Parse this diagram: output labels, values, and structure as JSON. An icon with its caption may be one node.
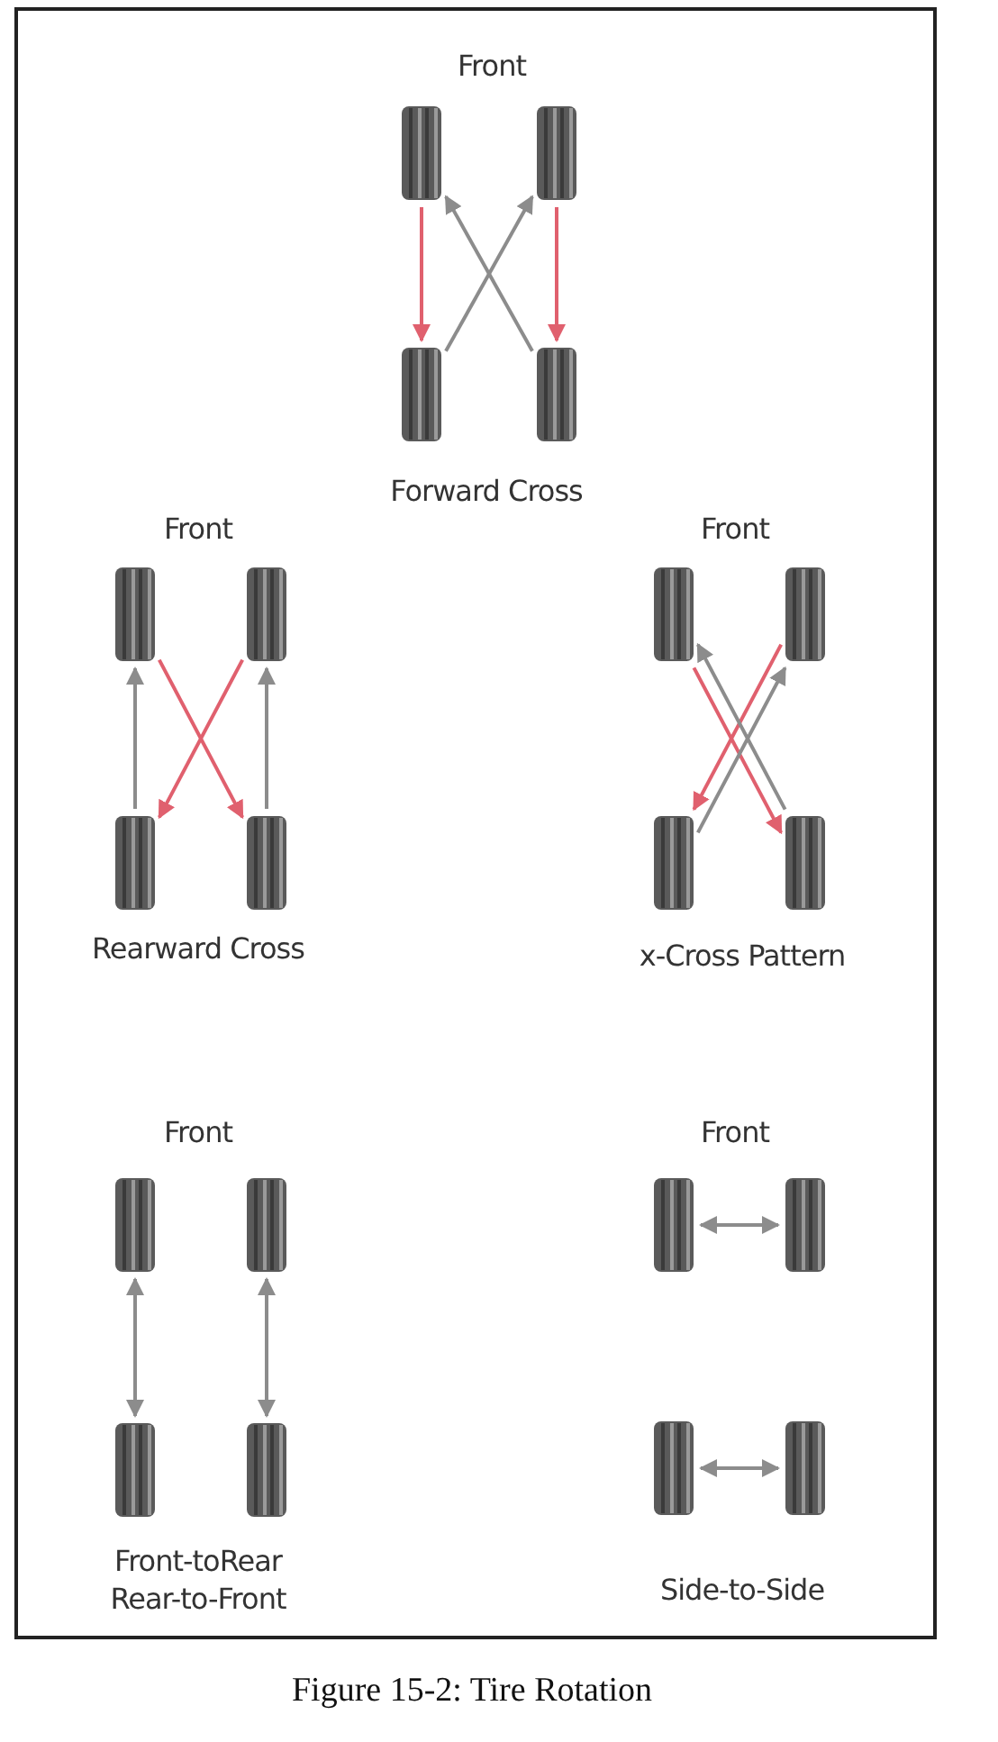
{
  "diagram": {
    "caption": "Figure 15-2: Tire Rotation",
    "nodes": [
      {
        "text": [],
        "shape": "tire"
      },
      {
        "text": [],
        "shape": "tire"
      },
      {
        "text": [],
        "shape": "tire"
      },
      {
        "text": [],
        "shape": "tire"
      },
      {
        "text": [],
        "shape": "tire"
      },
      {
        "text": [],
        "shape": "tire"
      },
      {
        "text": [],
        "shape": "tire"
      },
      {
        "text": [],
        "shape": "tire"
      },
      {
        "text": [],
        "shape": "tire"
      },
      {
        "text": [],
        "shape": "tire"
      },
      {
        "text": [],
        "shape": "tire"
      },
      {
        "text": [],
        "shape": "tire"
      },
      {
        "text": [],
        "shape": "tire"
      },
      {
        "text": [],
        "shape": "tire"
      },
      {
        "text": [],
        "shape": "tire"
      },
      {
        "text": [],
        "shape": "tire"
      },
      {
        "text": [],
        "shape": "tire"
      },
      {
        "text": [],
        "shape": "tire"
      },
      {
        "text": [],
        "shape": "tire"
      },
      {
        "text": [],
        "shape": "tire"
      }
    ],
    "edges": [
      {
        "from": 0,
        "to": 2,
        "arrow": "to",
        "color": "#e0606e"
      },
      {
        "from": 1,
        "to": 3,
        "arrow": "to",
        "color": "#e0606e"
      },
      {
        "from": 2,
        "to": 1,
        "arrow": "to"
      },
      {
        "from": 3,
        "to": 0,
        "arrow": "to"
      },
      {
        "from": 6,
        "to": 4,
        "arrow": "to"
      },
      {
        "from": 7,
        "to": 5,
        "arrow": "to"
      },
      {
        "from": 4,
        "to": 7,
        "arrow": "to",
        "color": "#e0606e"
      },
      {
        "from": 5,
        "to": 6,
        "arrow": "to",
        "color": "#e0606e"
      },
      {
        "from": 8,
        "to": 11,
        "arrow": "to",
        "color": "#e0606e"
      },
      {
        "from": 9,
        "to": 10,
        "arrow": "to",
        "color": "#e0606e"
      },
      {
        "from": 10,
        "to": 9,
        "arrow": "to"
      },
      {
        "from": 11,
        "to": 8,
        "arrow": "to"
      },
      {
        "from": 12,
        "to": 14,
        "arrow": "both"
      },
      {
        "from": 13,
        "to": 15,
        "arrow": "both"
      },
      {
        "from": 16,
        "to": 17,
        "arrow": "both"
      },
      {
        "from": 18,
        "to": 19,
        "arrow": "both"
      }
    ],
    "labels": [
      "Front",
      "Forward Cross",
      "Front",
      "Front",
      "Rearward Cross",
      "x-Cross Pattern",
      "Front",
      "Front",
      "Front-toRear Rear-to-Front",
      "Side-to-Side"
    ]
  }
}
